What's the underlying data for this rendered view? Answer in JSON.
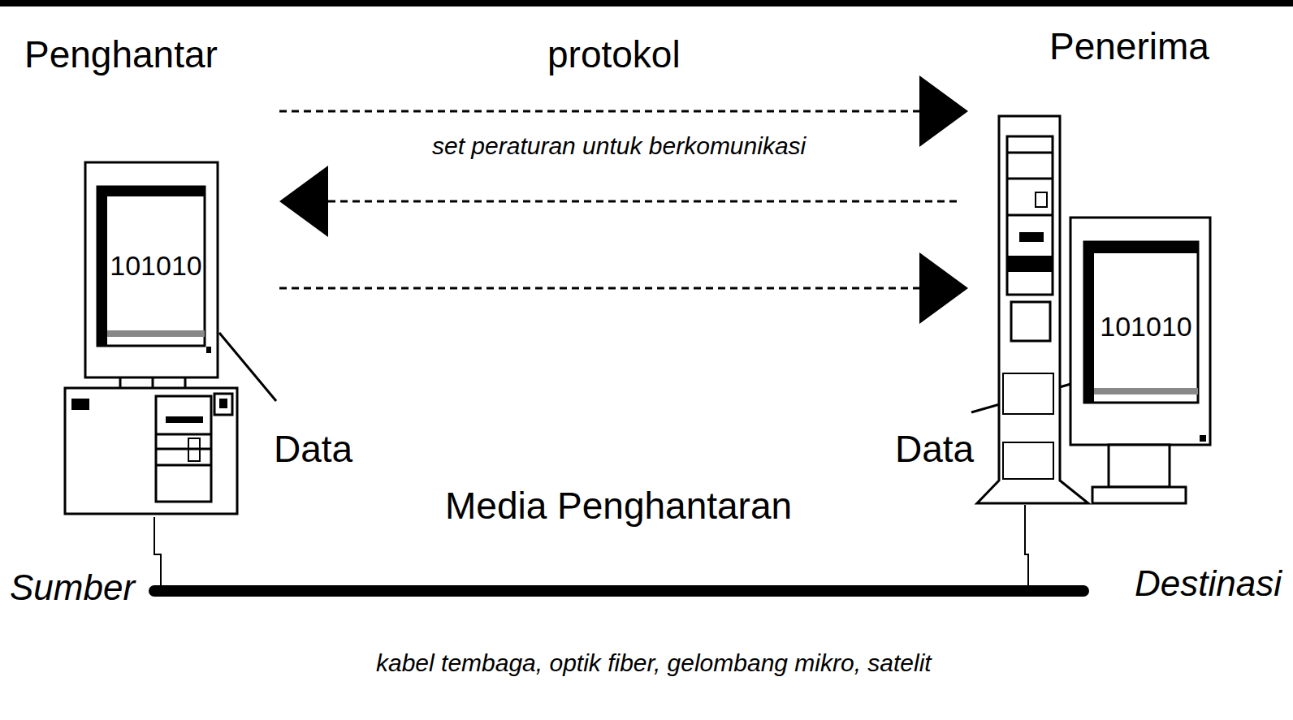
{
  "diagram": {
    "nodes": [
      {
        "text": [
          "101010"
        ]
      },
      {
        "text": [
          "101010"
        ]
      }
    ],
    "edges": [
      {
        "from": 0,
        "to": 1,
        "arrow": "to"
      },
      {
        "from": 1,
        "to": 0,
        "arrow": "to"
      },
      {
        "from": 0,
        "to": 1,
        "arrow": "to"
      },
      {
        "from": 0,
        "to": 1,
        "arrow": "none",
        "label": "Media Penghantaran"
      }
    ],
    "labels": [
      "Penghantar",
      "protokol",
      "Penerima",
      "set peraturan untuk berkomunikasi",
      "Data",
      "Data",
      "Sumber",
      "Destinasi",
      "kabel tembaga, optik fiber, gelombang mikro, satelit"
    ]
  }
}
